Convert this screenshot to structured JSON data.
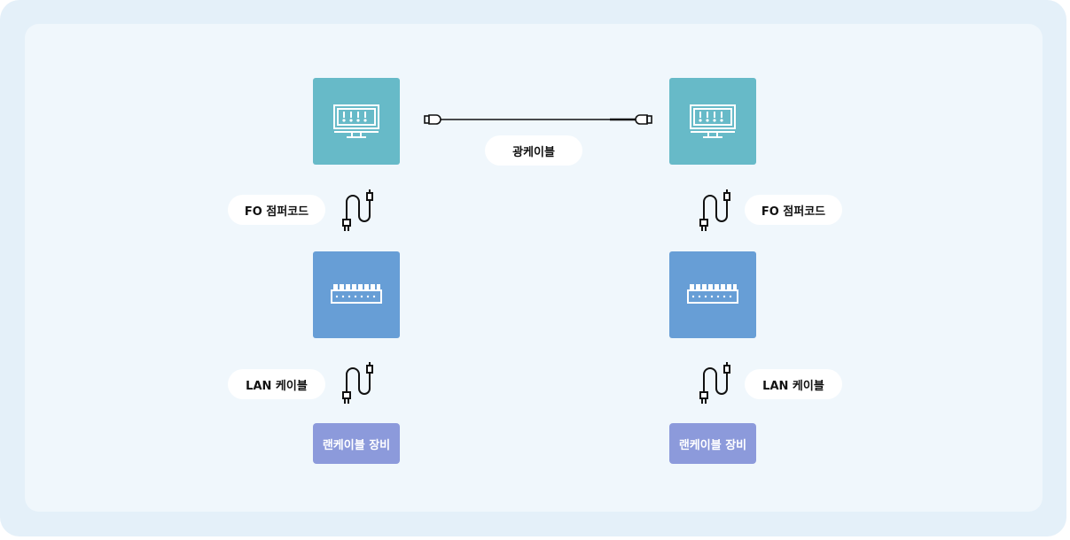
{
  "labels": {
    "optical_cable": "광케이블",
    "fo_patch_cord": "FO 점퍼코드",
    "lan_cable": "LAN 케이블",
    "lan_device": "랜케이블 장비"
  },
  "colors": {
    "patch_panel": "#67bac8",
    "switch": "#679ed6",
    "device": "#8c9adb",
    "background_outer": "#e4f0f9",
    "background_inner": "#f0f7fc"
  },
  "icons": [
    "patch-panel-icon",
    "switch-icon",
    "patch-cord-icon",
    "optical-cable-icon"
  ]
}
